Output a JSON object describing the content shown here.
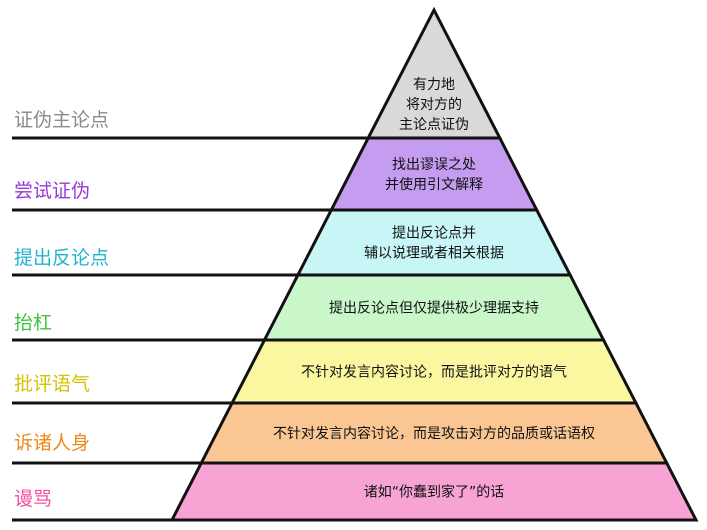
{
  "levels": [
    {
      "label": "证伪主论点",
      "label_color": "#8a8a8a",
      "fill": "#d9d9d9",
      "lines": [
        "有力地",
        "将对方的",
        "主论点证伪"
      ]
    },
    {
      "label": "尝试证伪",
      "label_color": "#9a3bd6",
      "fill": "#c49cf0",
      "lines": [
        "找出谬误之处",
        "并使用引文解释"
      ]
    },
    {
      "label": "提出反论点",
      "label_color": "#1fb5cf",
      "fill": "#c8f5f5",
      "lines": [
        "提出反论点并",
        "辅以说理或者相关根据"
      ]
    },
    {
      "label": "抬杠",
      "label_color": "#3fc53f",
      "fill": "#c9f7c9",
      "lines": [
        "提出反论点但仅提供极少理据支持"
      ]
    },
    {
      "label": "批评语气",
      "label_color": "#d4c200",
      "fill": "#fbf7a0",
      "lines": [
        "不针对发言内容讨论，而是批评对方的语气"
      ]
    },
    {
      "label": "诉诸人身",
      "label_color": "#ee8a1c",
      "fill": "#f9c694",
      "lines": [
        "不针对发言内容讨论，而是攻击对方的品质或话语权"
      ]
    },
    {
      "label": "谩骂",
      "label_color": "#f24fa6",
      "fill": "#f7a3d4",
      "lines": [
        "诸如“你蠢到家了”的话"
      ]
    }
  ]
}
